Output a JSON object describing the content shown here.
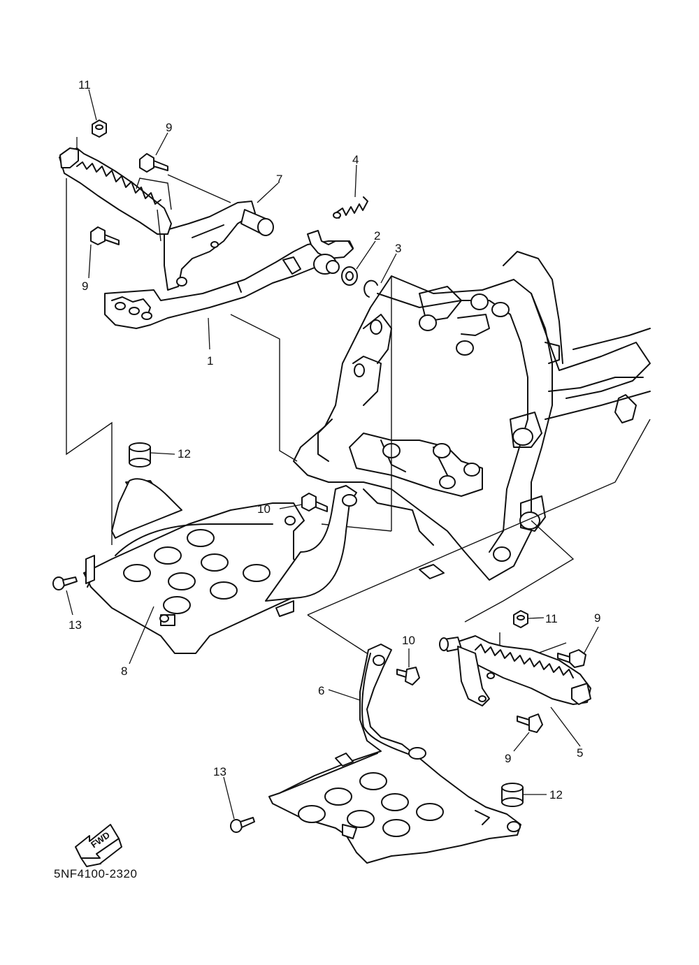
{
  "diagram": {
    "part_code": "5NF4100-2320",
    "fwd_label": "FWD",
    "callouts": {
      "c11a": "11",
      "c9a": "9",
      "c4": "4",
      "c7": "7",
      "c2": "2",
      "c3": "3",
      "c9b": "9",
      "c1": "1",
      "c12a": "12",
      "c10a": "10",
      "c13a": "13",
      "c8": "8",
      "c11b": "11",
      "c9c": "9",
      "c10b": "10",
      "c6": "6",
      "c9d": "9",
      "c5": "5",
      "c13b": "13",
      "c12b": "12"
    }
  }
}
